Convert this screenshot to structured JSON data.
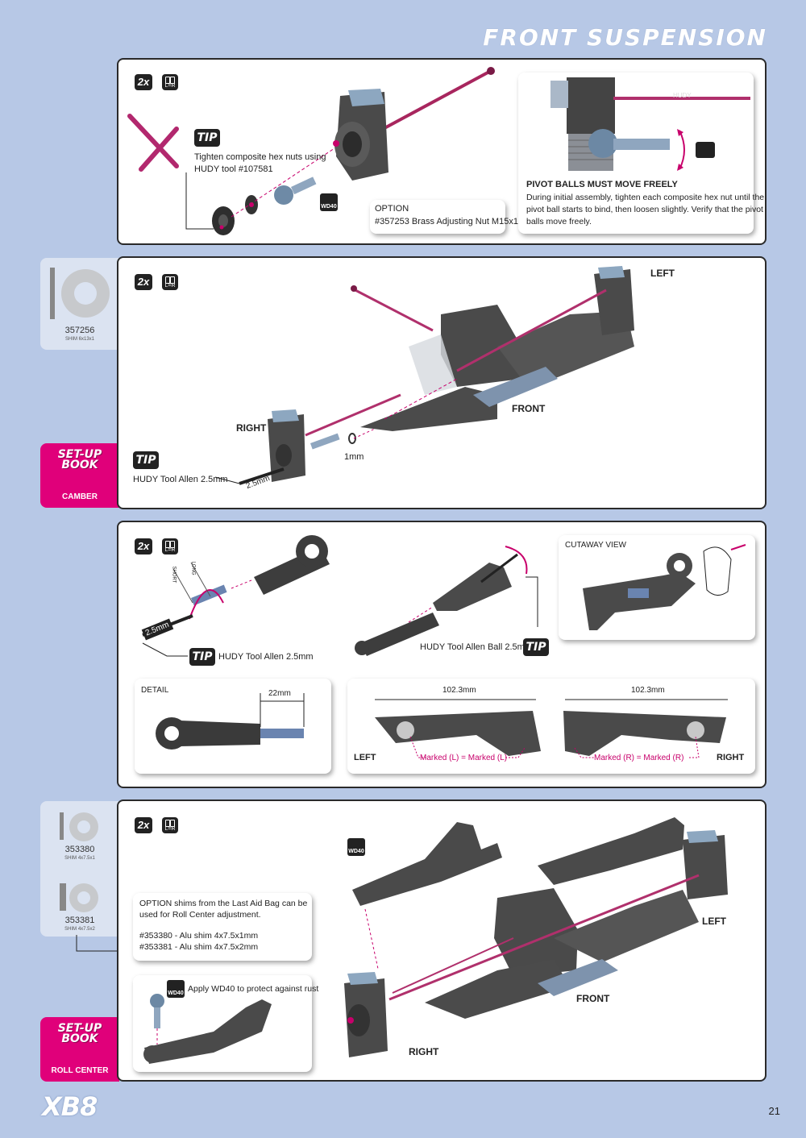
{
  "header": {
    "title": "FRONT SUSPENSION"
  },
  "icons": {
    "qty": "2x",
    "lr": "L=R",
    "tip": "TIP",
    "wd40": "WD40"
  },
  "step1": {
    "tip_text_1": "Tighten composite hex nuts using",
    "tip_text_2": "HUDY tool #107581",
    "option_title": "OPTION",
    "option_text": "#357253 Brass Adjusting Nut M15x1",
    "pivot_title": "PIVOT BALLS MUST MOVE FREELY",
    "pivot_text_1": "During initial assembly, tighten each composite hex nut until the",
    "pivot_text_2": "pivot ball starts to bind, then loosen slightly.  Verify that the pivot",
    "pivot_text_3": "balls move freely.",
    "shaft_label": "HUDY"
  },
  "step2": {
    "shim_code": "357256",
    "shim_desc": "SHIM 6x13x1",
    "setup_book": "SET-UP BOOK",
    "setup_name": "CAMBER",
    "left_label": "LEFT",
    "right_label": "RIGHT",
    "front_label": "FRONT",
    "tip_text": "HUDY Tool Allen 2.5mm",
    "spacer_label": "1mm",
    "tool_size": "2.5mm"
  },
  "step3": {
    "short_label": "SHORT",
    "long_label": "LONG",
    "tool_size": "2.5mm",
    "tip_text_left": "HUDY Tool Allen 2.5mm",
    "tip_text_right": "HUDY Tool Allen Ball 2.5mm",
    "cutaway_title": "CUTAWAY VIEW",
    "detail_title": "DETAIL",
    "detail_dim": "22mm",
    "dim_left": "102.3mm",
    "dim_right": "102.3mm",
    "left_label": "LEFT",
    "right_label": "RIGHT",
    "marked_left": "Marked (L) = Marked (L)",
    "marked_right": "Marked (R) = Marked (R)"
  },
  "step4": {
    "shim1_code": "353380",
    "shim1_desc": "SHIM 4x7.5x1",
    "shim2_code": "353381",
    "shim2_desc": "SHIM 4x7.5x2",
    "setup_book": "SET-UP BOOK",
    "setup_name": "ROLL CENTER",
    "option_text_1": "OPTION shims from the Last Aid Bag can be",
    "option_text_2": "used for Roll Center adjustment.",
    "option_item_1": "#353380 - Alu shim 4x7.5x1mm",
    "option_item_2": "#353381 - Alu shim 4x7.5x2mm",
    "wd40_text": "Apply WD40 to protect against rust",
    "left_label": "LEFT",
    "right_label": "RIGHT",
    "front_label": "FRONT"
  },
  "footer": {
    "logo": "XB8",
    "page": "21"
  },
  "colors": {
    "accent": "#e0007a",
    "background": "#b7c8e6",
    "ink": "#222222"
  }
}
